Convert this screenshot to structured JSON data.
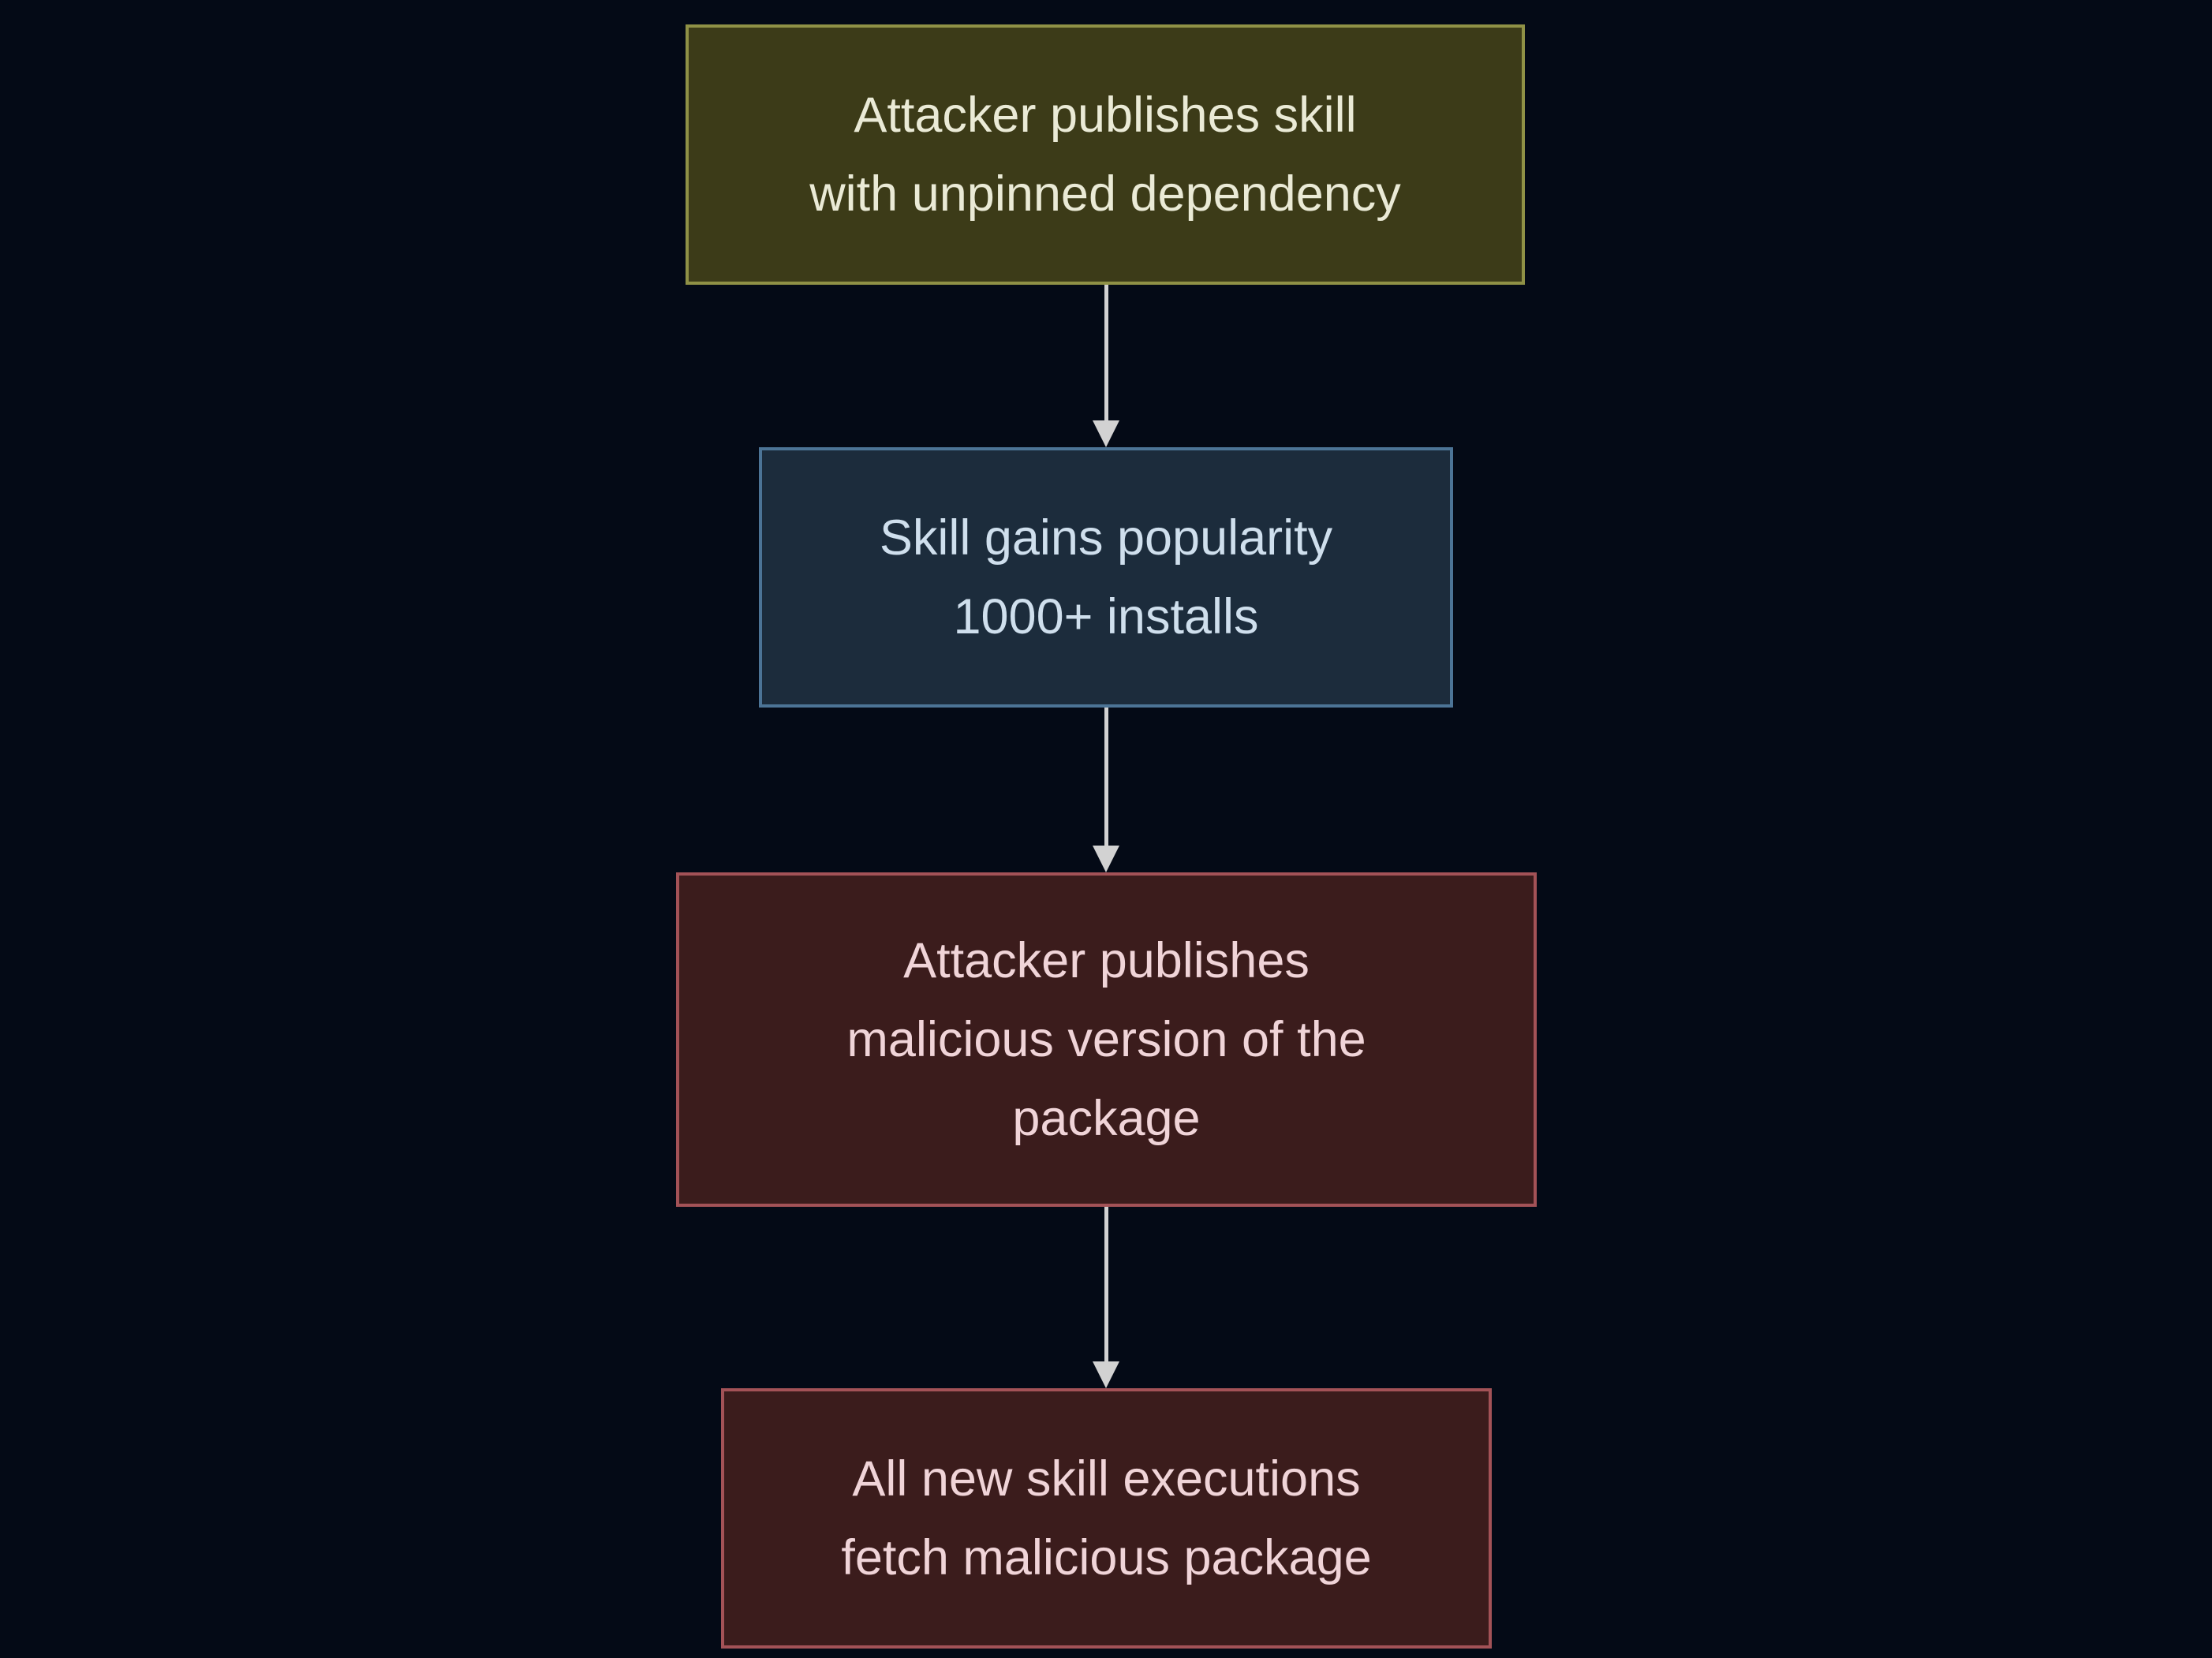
{
  "diagram": {
    "type": "flowchart",
    "direction": "top-down",
    "background_color": "#040a16",
    "arrow_color": "#d2d2d2",
    "nodes": [
      {
        "id": "A",
        "label": "Attacker publishes skill\nwith unpinned dependency",
        "fill": "#3c3b18",
        "border": "#8f9146",
        "text_color": "#eaead6"
      },
      {
        "id": "B",
        "label": "Skill gains popularity\n1000+ installs",
        "fill": "#1c2c3c",
        "border": "#4c7496",
        "text_color": "#cfdfed"
      },
      {
        "id": "C",
        "label": "Attacker publishes\nmalicious version of the\npackage",
        "fill": "#3b1c1c",
        "border": "#a35257",
        "text_color": "#f0d4d8"
      },
      {
        "id": "D",
        "label": "All new skill executions\nfetch malicious package",
        "fill": "#3b1c1c",
        "border": "#a35257",
        "text_color": "#f0d4d8"
      }
    ],
    "edges": [
      {
        "from": "A",
        "to": "B"
      },
      {
        "from": "B",
        "to": "C"
      },
      {
        "from": "C",
        "to": "D"
      }
    ]
  }
}
